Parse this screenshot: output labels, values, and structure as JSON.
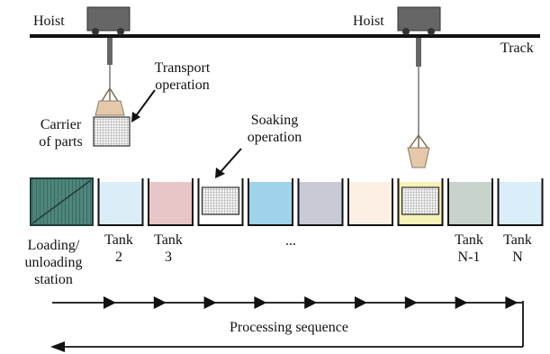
{
  "labels": {
    "hoist_left": "Hoist",
    "hoist_right": "Hoist",
    "track": "Track",
    "transport_operation": [
      "Transport",
      "operation"
    ],
    "carrier_of_parts": [
      "Carrier",
      "of parts"
    ],
    "soaking_operation": [
      "Soaking",
      "operation"
    ],
    "loading_station": [
      "Loading/",
      "unloading",
      "station"
    ],
    "ellipsis": "...",
    "processing_sequence": "Processing sequence"
  },
  "tanks": [
    {
      "id": "loading",
      "label": [
        "",
        ""
      ],
      "color": "#4f857c",
      "content": "loading-crate"
    },
    {
      "id": "tank-2",
      "label": [
        "Tank",
        "2"
      ],
      "color": "#dbeef8",
      "content": "liquid"
    },
    {
      "id": "tank-3",
      "label": [
        "Tank",
        "3"
      ],
      "color": "#e8c6c7",
      "content": "liquid"
    },
    {
      "id": "tank-4",
      "label": [
        "",
        ""
      ],
      "color": "#ffffff",
      "content": "carrier"
    },
    {
      "id": "tank-5",
      "label": [
        "",
        ""
      ],
      "color": "#9ed3ea",
      "content": "liquid"
    },
    {
      "id": "tank-6",
      "label": [
        "",
        ""
      ],
      "color": "#c8cad6",
      "content": "liquid"
    },
    {
      "id": "tank-7",
      "label": [
        "",
        ""
      ],
      "color": "#fcefe3",
      "content": "liquid"
    },
    {
      "id": "tank-8",
      "label": [
        "",
        ""
      ],
      "color": "#f6f1b7",
      "content": "carrier"
    },
    {
      "id": "tank-n-1",
      "label": [
        "Tank",
        "N-1"
      ],
      "color": "#c8d4cb",
      "content": "liquid"
    },
    {
      "id": "tank-n",
      "label": [
        "Tank",
        "N"
      ],
      "color": "#d9eef8",
      "content": "liquid"
    }
  ],
  "colors": {
    "track": "#111111",
    "hoist_body": "#666666",
    "gripper": "#e4c8aa",
    "carrier_fill": "#f0f0f0",
    "arrow": "#111111"
  },
  "sequence_arrow_count": 9
}
